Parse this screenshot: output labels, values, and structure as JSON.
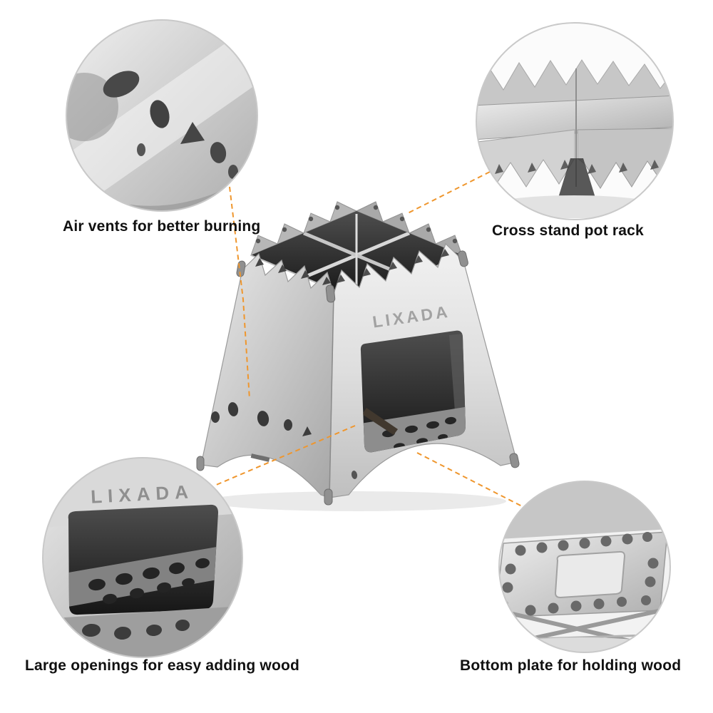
{
  "product": {
    "brand": "LIXADA",
    "description": "stainless folding camping wood stove feature diagram"
  },
  "callouts": {
    "top_left": {
      "label": "Air vents for better burning"
    },
    "top_right": {
      "label": "Cross stand pot rack"
    },
    "bottom_left": {
      "label": "Large openings for easy adding wood"
    },
    "bottom_right": {
      "label": "Bottom plate for holding wood"
    }
  },
  "colors": {
    "accent_orange": "#ef962d",
    "circle_ring": "#c9c9c9",
    "label_text": "#111111",
    "background": "#ffffff"
  }
}
